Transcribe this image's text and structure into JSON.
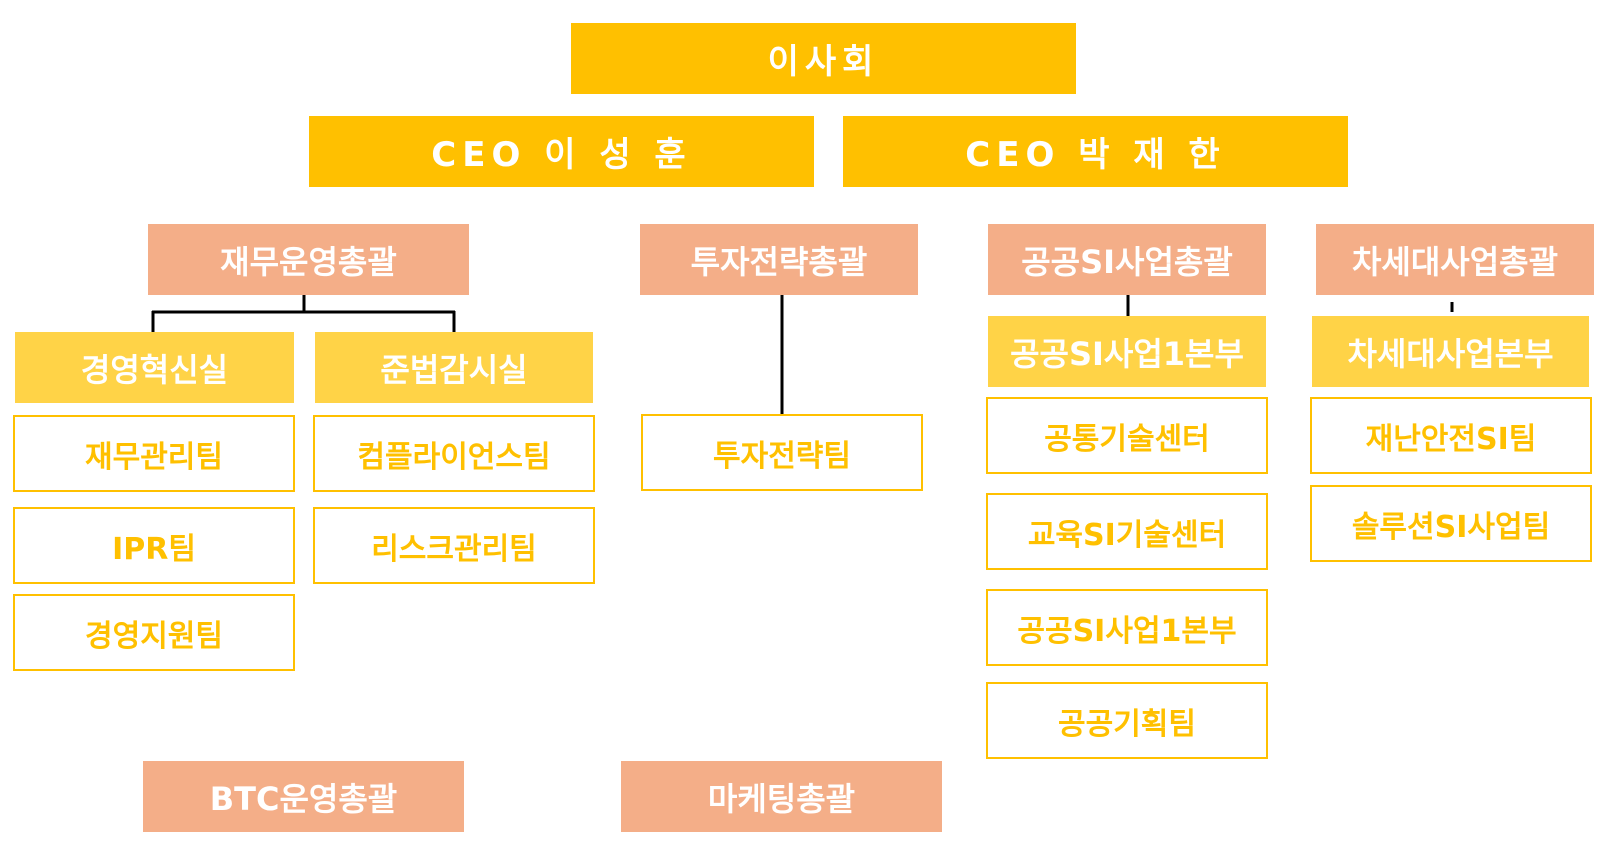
{
  "board": {
    "title": "이사회"
  },
  "ceos": [
    {
      "label": "CEO 이 성 훈"
    },
    {
      "label": "CEO 박 재 한"
    }
  ],
  "divisions": {
    "finance_ops": {
      "title": "재무운영총괄",
      "offices": [
        {
          "title": "경영혁신실",
          "teams": [
            "재무관리팀",
            "IPR팀",
            "경영지원팀"
          ]
        },
        {
          "title": "준법감시실",
          "teams": [
            "컴플라이언스팀",
            "리스크관리팀"
          ]
        }
      ]
    },
    "investment": {
      "title": "투자전략총괄",
      "teams": [
        "투자전략팀"
      ]
    },
    "public_si": {
      "title": "공공SI사업총괄",
      "hq": "공공SI사업1본부",
      "teams": [
        "공통기술센터",
        "교육SI기술센터",
        "공공SI사업1본부",
        "공공기획팀"
      ]
    },
    "next_gen": {
      "title": "차세대사업총괄",
      "hq": "차세대사업본부",
      "teams": [
        "재난안전SI팀",
        "솔루션SI사업팀"
      ]
    },
    "btc": {
      "title": "BTC운영총괄"
    },
    "marketing": {
      "title": "마케팅총괄"
    }
  },
  "colors": {
    "gold": "#FFC000",
    "salmon": "#F4AE88",
    "light_gold": "#FFD347",
    "line": "#000000"
  }
}
